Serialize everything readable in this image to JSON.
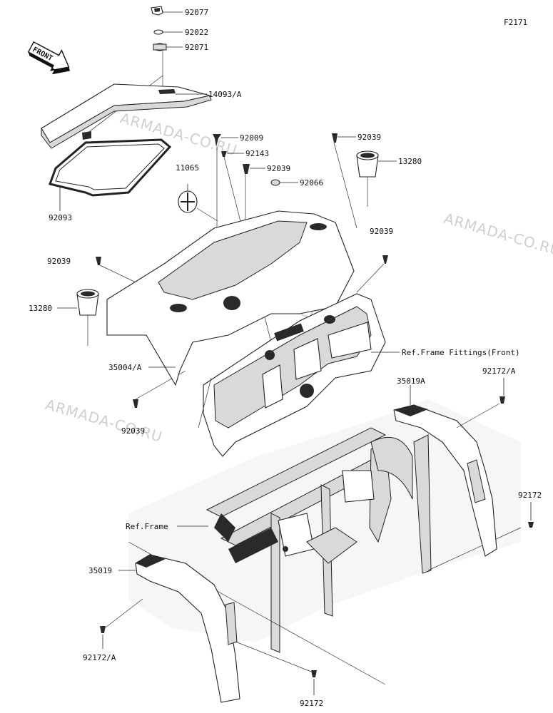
{
  "figure_code": "F2171",
  "front_arrow_label": "FRONT",
  "watermark": "ARMADA-CO.RU",
  "labels": {
    "p92077": "92077",
    "p92022": "92022",
    "p92071": "92071",
    "p14093a": "14093/A",
    "p92093": "92093",
    "p92009": "92009",
    "p92143": "92143",
    "p92039_top_center": "92039",
    "p92066": "92066",
    "p92039_top_right": "92039",
    "p13280_right": "13280",
    "p11065": "11065",
    "p92039_right": "92039",
    "p92039_left": "92039",
    "p13280_left": "13280",
    "p35004a": "35004/A",
    "ref_frame_fittings_front": "Ref.Frame Fittings(Front)",
    "p92039_bottom_left": "92039",
    "p35019a": "35019A",
    "p92172a_right": "92172/A",
    "p92172_right": "92172",
    "ref_frame": "Ref.Frame",
    "p35019": "35019",
    "p92172a_left": "92172/A",
    "p92172_bottom": "92172"
  }
}
